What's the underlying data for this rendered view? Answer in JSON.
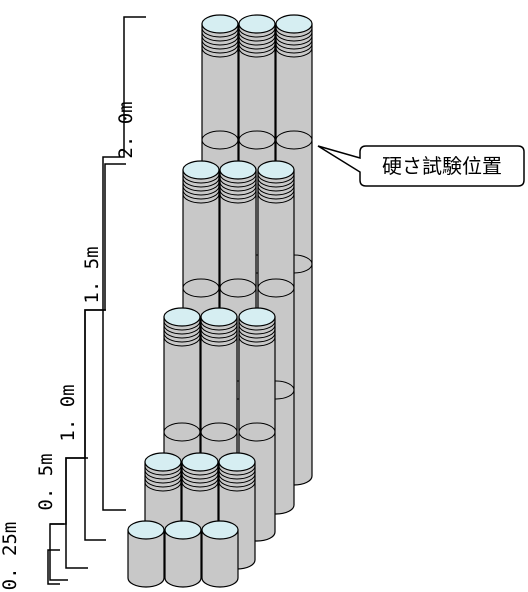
{
  "labels": {
    "h_025": "0. 25m",
    "h_05": "0. 5m",
    "h_10": "1. 0m",
    "h_15": "1. 5m",
    "h_20": "2. 0m",
    "callout": "硬さ試験位置"
  },
  "colors": {
    "cylinder_body": "#c8c8c8",
    "cylinder_top": "#d6eef2",
    "stroke": "#000000"
  }
}
